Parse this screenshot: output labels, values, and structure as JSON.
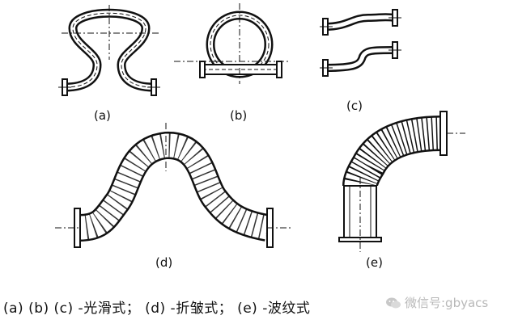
{
  "labels": {
    "a": "(a)",
    "b": "(b)",
    "c": "(c)",
    "d": "(d)",
    "e": "(e)"
  },
  "caption": "(a)  (b)  (c) -光滑式；  (d) -折皱式；  (e) -波纹式",
  "watermark": {
    "text": "微信号:gbyacs",
    "icon": "wechat-icon"
  },
  "colors": {
    "stroke": "#111111",
    "watermark": "#b8b8b8"
  }
}
